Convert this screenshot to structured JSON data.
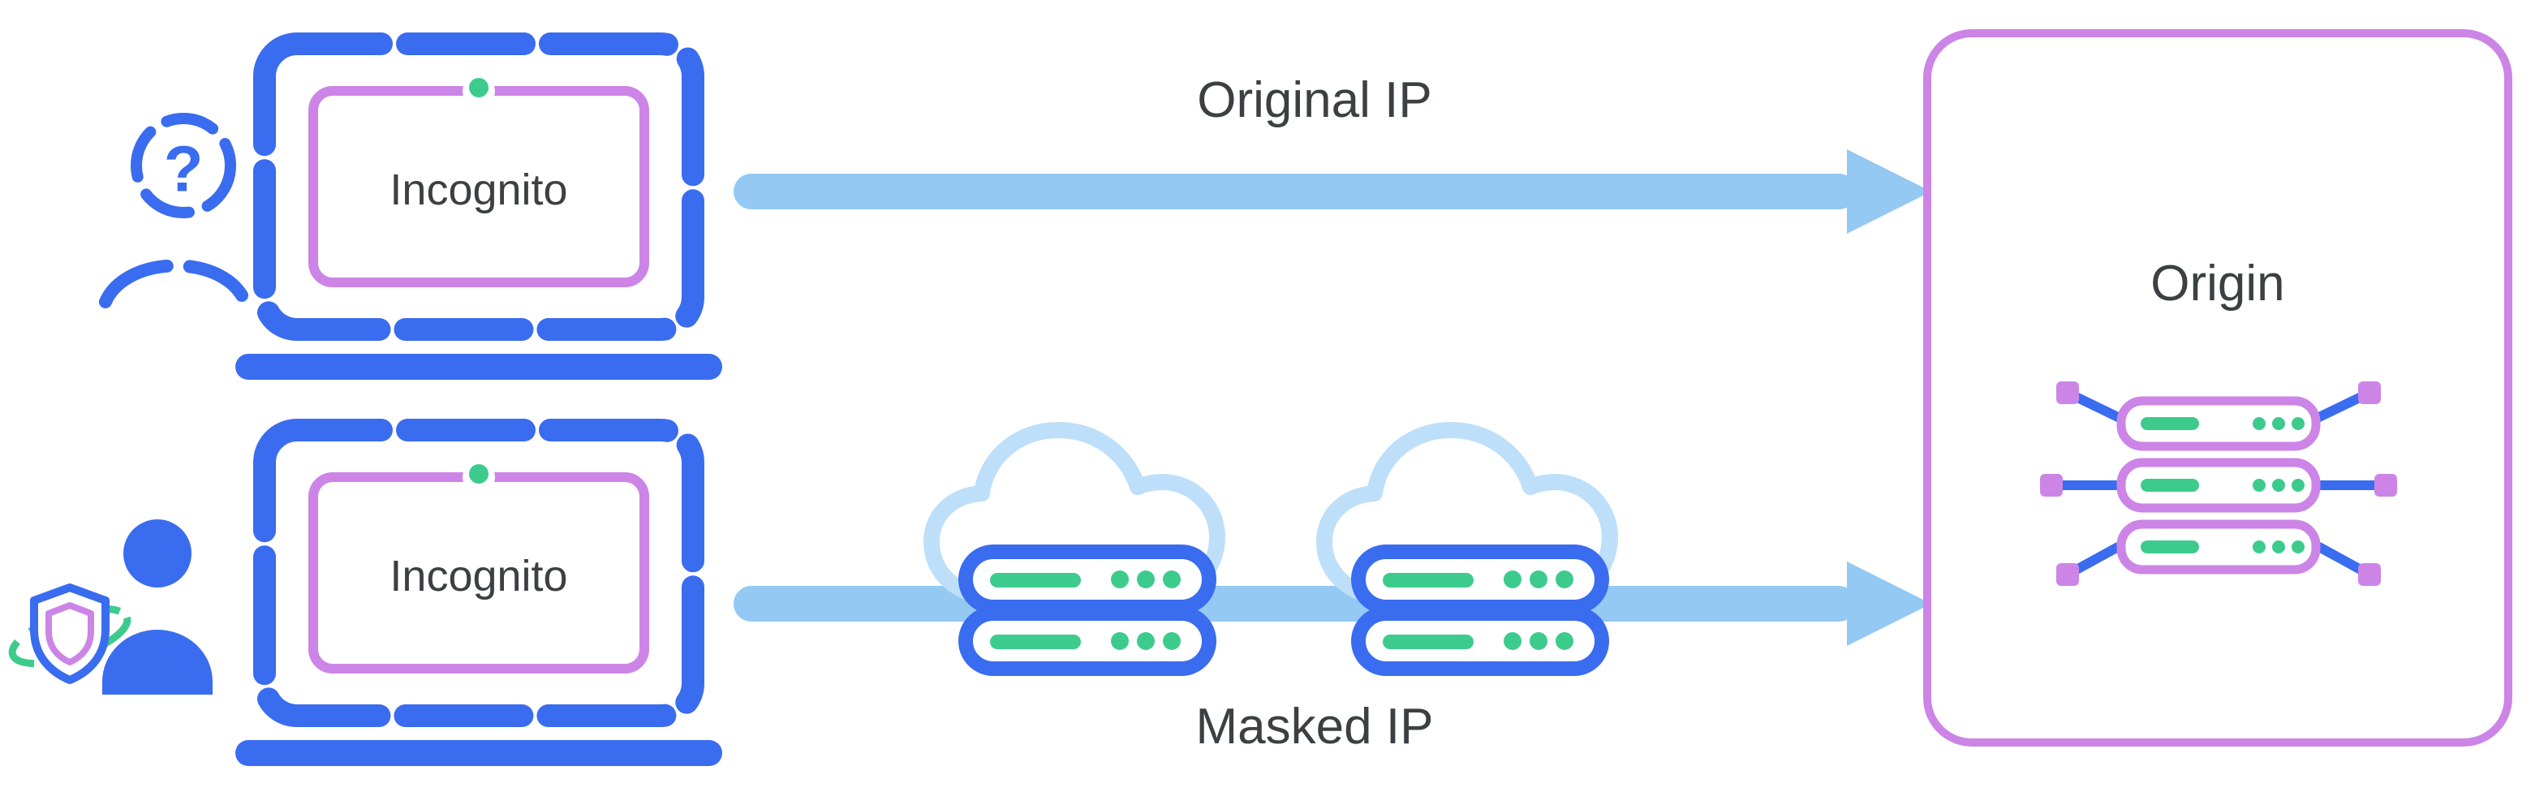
{
  "diagram": {
    "title_hint": "Incognito IP protection flow",
    "top_flow": {
      "device_label": "Incognito",
      "arrow_label": "Original IP",
      "user_icon": "anonymous-user-question-icon"
    },
    "bottom_flow": {
      "device_label": "Incognito",
      "arrow_label": "Masked IP",
      "user_icon": "protected-user-shield-icon",
      "proxy_hops": [
        "cloud-proxy-server-icon",
        "cloud-proxy-server-icon"
      ]
    },
    "origin": {
      "label": "Origin",
      "icon": "origin-server-rack-icon"
    },
    "glyphs": {
      "question_mark": "?"
    }
  },
  "colors": {
    "blue": "#3A6CEF",
    "purple": "#CC85E6",
    "arrow_blue": "#93C9F3",
    "cloud_blue": "#BEDFF9",
    "green": "#3DCB8D",
    "text": "#3C4043",
    "background": "#FFFFFF"
  }
}
